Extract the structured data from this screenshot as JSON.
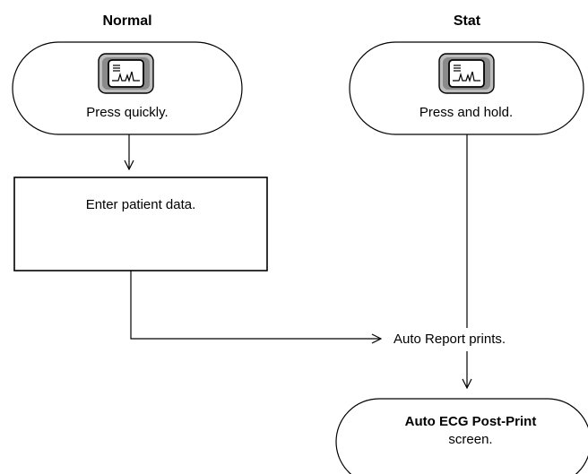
{
  "columns": {
    "normal": {
      "heading": "Normal",
      "action": "Press quickly."
    },
    "stat": {
      "heading": "Stat",
      "action": "Press and hold."
    }
  },
  "steps": {
    "enter_patient_data": "Enter patient data.",
    "auto_report": "Auto Report prints."
  },
  "result": {
    "title": "Auto ECG Post-Print",
    "subtitle": "screen."
  },
  "icons": {
    "ecg_key": "ecg-key-icon"
  }
}
